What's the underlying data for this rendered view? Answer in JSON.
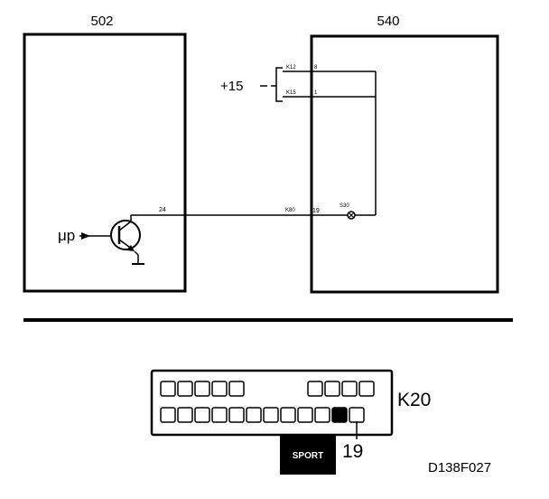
{
  "modules": {
    "left": {
      "label": "502"
    },
    "right": {
      "label": "540"
    }
  },
  "supply": {
    "label": "+15",
    "wire_top": "K12",
    "wire_bottom": "K15",
    "pin_top": "8",
    "pin_bottom": "1"
  },
  "signal": {
    "input_label": "μp",
    "pin_left": "24",
    "wire_label": "K80",
    "pin_right": "19",
    "lamp_label": "S30"
  },
  "connector": {
    "label": "K20",
    "pin_label": "19",
    "button_label": "SPORT",
    "top_row_left_count": 5,
    "top_row_right_count": 4,
    "bottom_row_count": 12,
    "highlighted_bottom_index": 10
  },
  "figure_id": "D138F027"
}
